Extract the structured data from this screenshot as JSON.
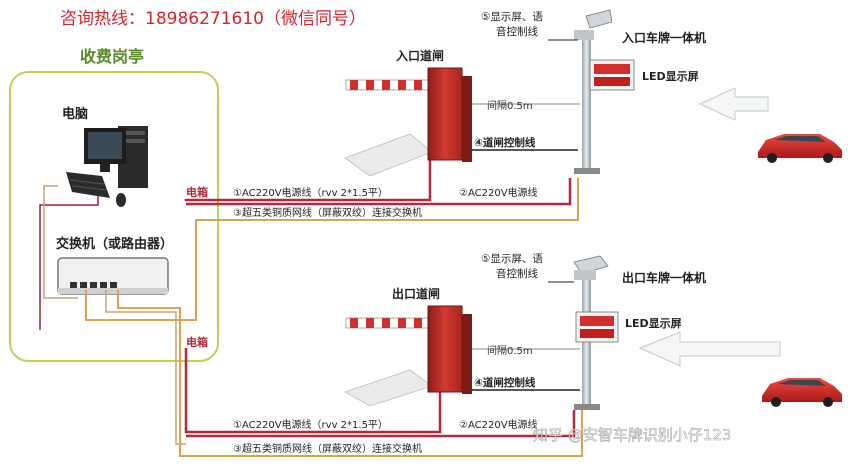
{
  "header": {
    "contact": "咨询热线：18986271610（微信同号）"
  },
  "booth": {
    "title": "收费岗亭",
    "computer_label": "电脑",
    "switch_label": "交换机（或路由器）"
  },
  "entrance": {
    "gate_label": "入口道闸",
    "lpr_label": "入口车牌一体机",
    "display_label": "LED显示屏",
    "callout": "⑤显示屏、语\n音控制线",
    "spacing": "间隔0.5m",
    "gate_control_line": "④道闸控制线",
    "power_gate": "②AC220V电源线",
    "power_main": "①AC220V电源线（rvv 2*1.5平）",
    "network_line": "③超五类铜质网线（屏蔽双绞）连接交换机",
    "box_label": "电箱"
  },
  "exit": {
    "gate_label": "出口道闸",
    "lpr_label": "出口车牌一体机",
    "display_label": "LED显示屏",
    "callout": "⑤显示屏、语\n音控制线",
    "spacing": "间隔0.5m",
    "gate_control_line": "④道闸控制线",
    "power_gate": "②AC220V电源线",
    "power_main": "①AC220V电源线（rvv 2*1.5平）",
    "network_line": "③超五类铜质网线（屏蔽双绞）连接交换机",
    "box_label": "电箱"
  },
  "watermark": "知乎 @安智车牌识别小仔123",
  "colors": {
    "title_red": "#d9232a",
    "booth_border": "#b7d25a",
    "booth_title": "#5b8a2a",
    "wire_red": "#b5283a",
    "wire_orange": "#e0a050",
    "wire_tan": "#c9a07a",
    "gate_body": "#c0352c",
    "arrow_fill": "#f4f6f7",
    "car_red": "#d02828"
  }
}
